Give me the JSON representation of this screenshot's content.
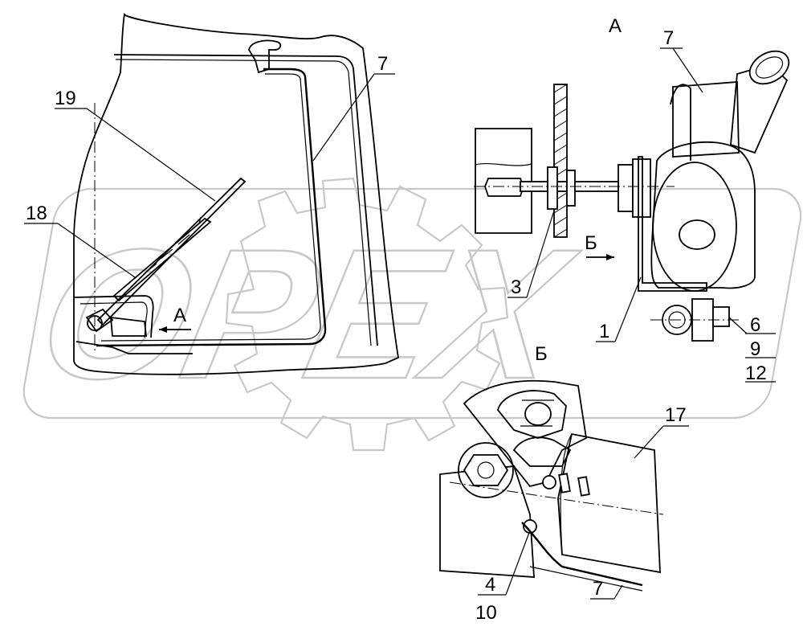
{
  "watermark": {
    "text": "OPEX"
  },
  "view_labels": {
    "view_a_title": "A",
    "view_a_arrow": "A",
    "view_b_title": "Б",
    "view_b_arrow": "Б"
  },
  "callouts": {
    "c19": "19",
    "c18": "18",
    "c7_window": "7",
    "c7_view_a": "7",
    "c3": "3",
    "c1": "1",
    "c6": "6",
    "c9": "9",
    "c12": "12",
    "c17": "17",
    "c4": "4",
    "c10": "10",
    "c7_view_b": "7"
  }
}
